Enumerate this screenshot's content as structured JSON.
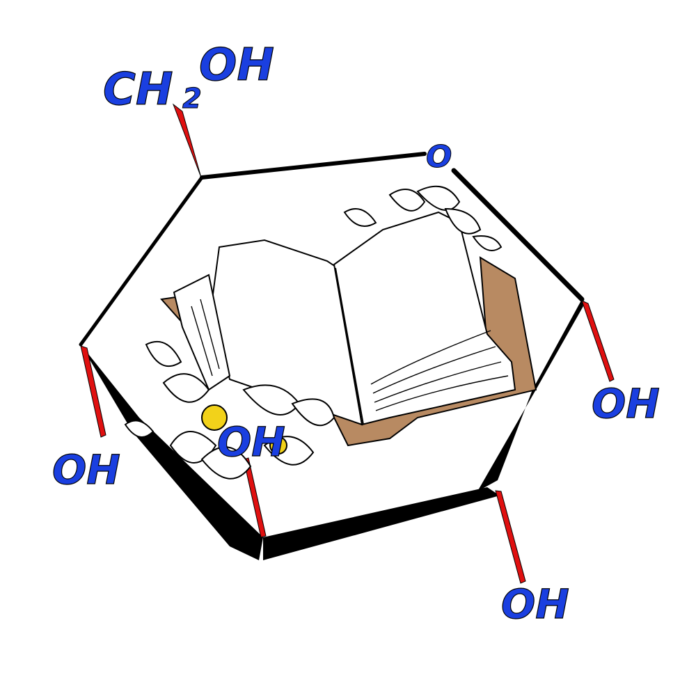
{
  "labels": {
    "ch2oh_ch": "CH",
    "ch2oh_sub": "2",
    "ch2oh_oh": "OH",
    "ring_o": "O",
    "oh_right": "OH",
    "oh_bottom_right": "OH",
    "oh_left": "OH",
    "oh_center": "OH"
  },
  "colors": {
    "label": "#1a3fe0",
    "bond": "#e01010",
    "ring": "#000000",
    "book_cover": "#b88a62",
    "flower_center": "#f2d21a"
  },
  "icons": {
    "book": "open-book-illustration",
    "flowers": "flower-bouquet-illustration"
  }
}
